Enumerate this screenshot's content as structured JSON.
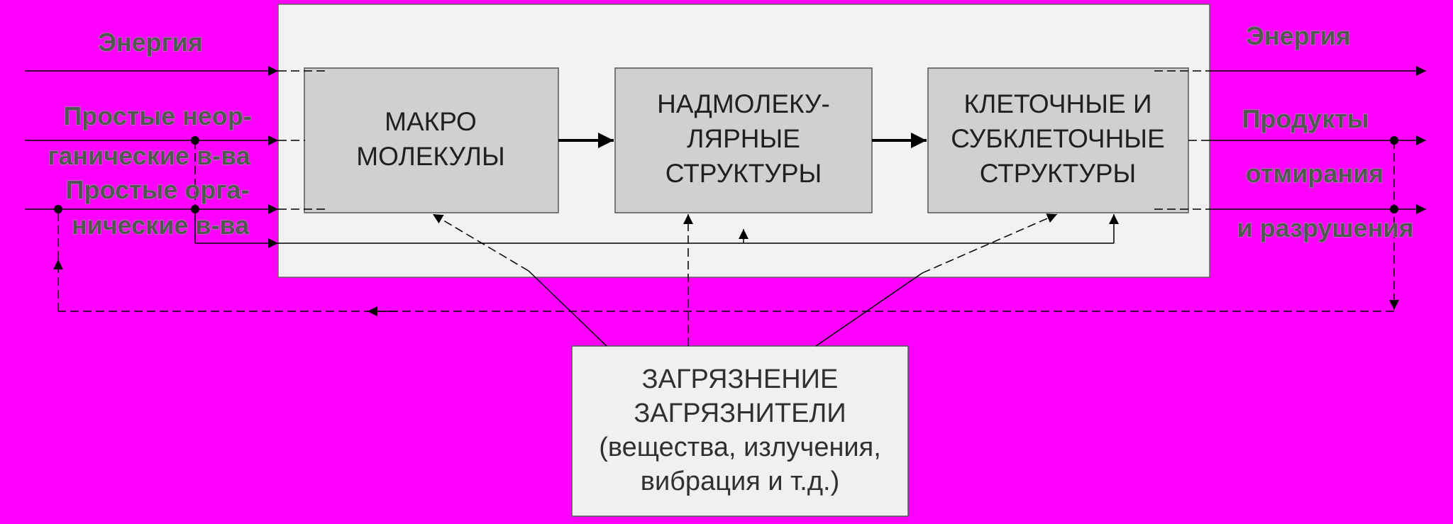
{
  "colors": {
    "background": "#FF00FF",
    "system_frame": "#F2F2F2",
    "block_fill": "#D0D0D0",
    "pollution_fill": "#F0F0F0",
    "line": "#000000"
  },
  "blocks": {
    "macro": [
      "МАКРО",
      "МОЛЕКУЛЫ"
    ],
    "supra": [
      "НАДМОЛЕКУ-",
      "ЛЯРНЫЕ",
      "СТРУКТУРЫ"
    ],
    "cell": [
      "КЛЕТОЧНЫЕ И",
      "СУБКЛЕТОЧНЫЕ",
      "СТРУКТУРЫ"
    ]
  },
  "pollution": [
    "ЗАГРЯЗНЕНИЕ",
    "ЗАГРЯЗНИТЕЛИ",
    "(вещества, излучения,",
    "вибрация и т.д.)"
  ],
  "inputs": {
    "energy": "Энергия",
    "inorganic": [
      "Простые неор-",
      "ганические в-ва"
    ],
    "organic": [
      "Простые орга-",
      "нические в-ва"
    ]
  },
  "outputs": {
    "energy": "Энергия",
    "products": [
      "Продукты",
      "отмирания",
      "и разрушения"
    ]
  }
}
